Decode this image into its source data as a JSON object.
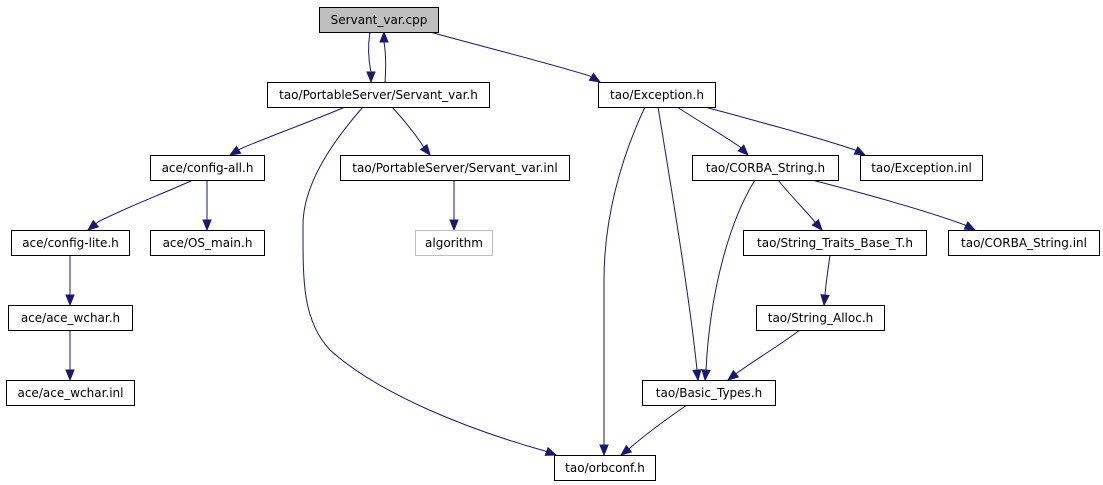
{
  "diagram": {
    "title": "Servant_var.cpp include dependency graph",
    "colors": {
      "edge": "#191970",
      "node_border": "#000000",
      "root_fill": "#bfbfbf",
      "external_border": "#bfbfbf",
      "background": "#ffffff"
    },
    "nodes": [
      {
        "id": "servant_var_cpp",
        "label": "Servant_var.cpp",
        "kind": "root"
      },
      {
        "id": "servant_var_h",
        "label": "tao/PortableServer/Servant_var.h",
        "kind": "normal"
      },
      {
        "id": "exception_h",
        "label": "tao/Exception.h",
        "kind": "normal"
      },
      {
        "id": "config_all_h",
        "label": "ace/config-all.h",
        "kind": "normal"
      },
      {
        "id": "servant_var_inl",
        "label": "tao/PortableServer/Servant_var.inl",
        "kind": "normal"
      },
      {
        "id": "corba_string_h",
        "label": "tao/CORBA_String.h",
        "kind": "normal"
      },
      {
        "id": "exception_inl",
        "label": "tao/Exception.inl",
        "kind": "normal"
      },
      {
        "id": "config_lite_h",
        "label": "ace/config-lite.h",
        "kind": "normal"
      },
      {
        "id": "os_main_h",
        "label": "ace/OS_main.h",
        "kind": "normal"
      },
      {
        "id": "algorithm",
        "label": "algorithm",
        "kind": "external"
      },
      {
        "id": "string_traits_h",
        "label": "tao/String_Traits_Base_T.h",
        "kind": "normal"
      },
      {
        "id": "corba_string_inl",
        "label": "tao/CORBA_String.inl",
        "kind": "normal"
      },
      {
        "id": "ace_wchar_h",
        "label": "ace/ace_wchar.h",
        "kind": "normal"
      },
      {
        "id": "string_alloc_h",
        "label": "tao/String_Alloc.h",
        "kind": "normal"
      },
      {
        "id": "ace_wchar_inl",
        "label": "ace/ace_wchar.inl",
        "kind": "normal"
      },
      {
        "id": "basic_types_h",
        "label": "tao/Basic_Types.h",
        "kind": "normal"
      },
      {
        "id": "orbconf_h",
        "label": "tao/orbconf.h",
        "kind": "normal"
      }
    ],
    "edges": [
      {
        "from": "servant_var_cpp",
        "to": "servant_var_h"
      },
      {
        "from": "servant_var_h",
        "to": "servant_var_cpp"
      },
      {
        "from": "servant_var_cpp",
        "to": "exception_h"
      },
      {
        "from": "servant_var_h",
        "to": "config_all_h"
      },
      {
        "from": "servant_var_h",
        "to": "servant_var_inl"
      },
      {
        "from": "servant_var_h",
        "to": "orbconf_h"
      },
      {
        "from": "config_all_h",
        "to": "config_lite_h"
      },
      {
        "from": "config_all_h",
        "to": "os_main_h"
      },
      {
        "from": "servant_var_inl",
        "to": "algorithm"
      },
      {
        "from": "config_lite_h",
        "to": "ace_wchar_h"
      },
      {
        "from": "ace_wchar_h",
        "to": "ace_wchar_inl"
      },
      {
        "from": "exception_h",
        "to": "corba_string_h"
      },
      {
        "from": "exception_h",
        "to": "exception_inl"
      },
      {
        "from": "exception_h",
        "to": "basic_types_h"
      },
      {
        "from": "exception_h",
        "to": "orbconf_h"
      },
      {
        "from": "corba_string_h",
        "to": "string_traits_h"
      },
      {
        "from": "corba_string_h",
        "to": "corba_string_inl"
      },
      {
        "from": "corba_string_h",
        "to": "basic_types_h"
      },
      {
        "from": "string_traits_h",
        "to": "string_alloc_h"
      },
      {
        "from": "string_alloc_h",
        "to": "basic_types_h"
      },
      {
        "from": "basic_types_h",
        "to": "orbconf_h"
      }
    ]
  }
}
